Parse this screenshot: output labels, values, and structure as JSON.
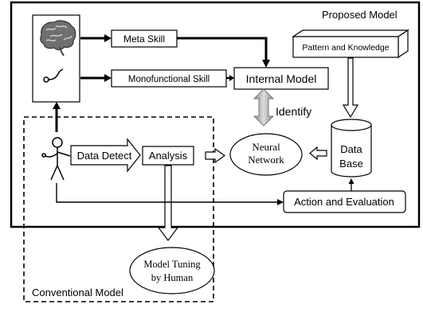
{
  "proposed_model": {
    "title": "Proposed Model",
    "meta_skill": "Meta Skill",
    "monofunctional_skill": "Monofunctional Skill",
    "internal_model": "Internal Model",
    "identify": "Identify",
    "pattern_and_knowledge": "Pattern and Knowledge",
    "neural_network_line1": "Neural",
    "neural_network_line2": "Network",
    "data_base_line1": "Data",
    "data_base_line2": "Base",
    "action_and_evaluation": "Action and Evaluation"
  },
  "conventional_model": {
    "title": "Conventional Model",
    "data_detect": "Data Detect",
    "analysis": "Analysis",
    "model_tuning_line1": "Model Tuning",
    "model_tuning_line2": "by Human"
  },
  "icons": [
    "brain-icon",
    "hand-icon",
    "stick-figure-icon"
  ]
}
